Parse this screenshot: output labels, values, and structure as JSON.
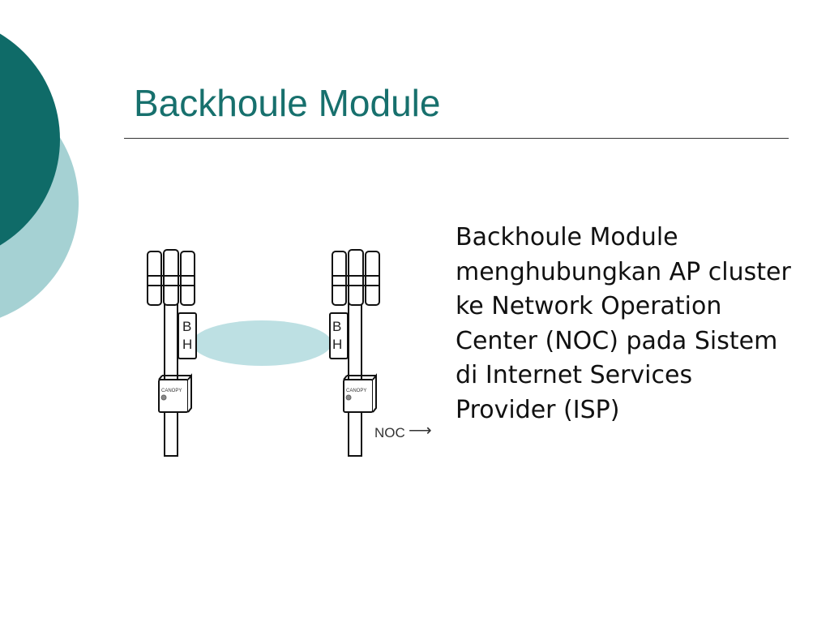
{
  "slide": {
    "title": "Backhoule Module",
    "body": "Backhoule Module menghubungkan AP cluster ke Network Operation Center (NOC) pada Sistem di Internet Services Provider (ISP)"
  },
  "diagram": {
    "left_tower": {
      "module_label_top": "B",
      "module_label_bottom": "H",
      "box_label": "CANOPY"
    },
    "right_tower": {
      "module_label_top": "B",
      "module_label_bottom": "H",
      "box_label": "CANOPY"
    },
    "noc_label": "NOC",
    "noc_arrow": "⟶"
  },
  "colors": {
    "accent_dark": "#0f6b68",
    "accent_light": "#a5d1d3",
    "link_ellipse": "#bde0e3",
    "title": "#17706d"
  }
}
